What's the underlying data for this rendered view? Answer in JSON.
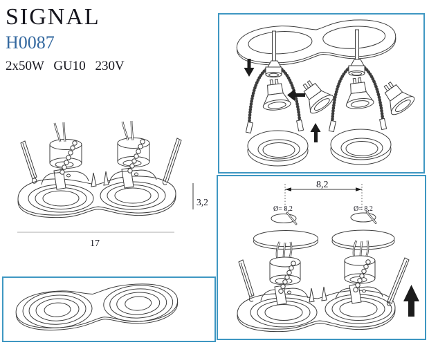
{
  "header": {
    "title": "SIGNAL",
    "code": "H0087",
    "specs": "2x50W GU10 230V"
  },
  "side_view": {
    "height_dim": "3,2",
    "width_dim": "17"
  },
  "install_mount": {
    "spacing_dim": "8,2",
    "hole_left_label": "Ø= 8,2",
    "hole_right_label": "Ø= 8,2"
  },
  "icons": {
    "down_arrow": "↓",
    "left_arrow": "←",
    "up_arrow_small": "↑",
    "up_arrow_large": "↑"
  },
  "colors": {
    "panel_border": "#3e97c2",
    "code_text": "#33689f",
    "title_text": "#15151d",
    "line_art": "#3d3d3d",
    "arrow_fill": "#1c1c1c",
    "dim_guide": "#aeaeae"
  }
}
